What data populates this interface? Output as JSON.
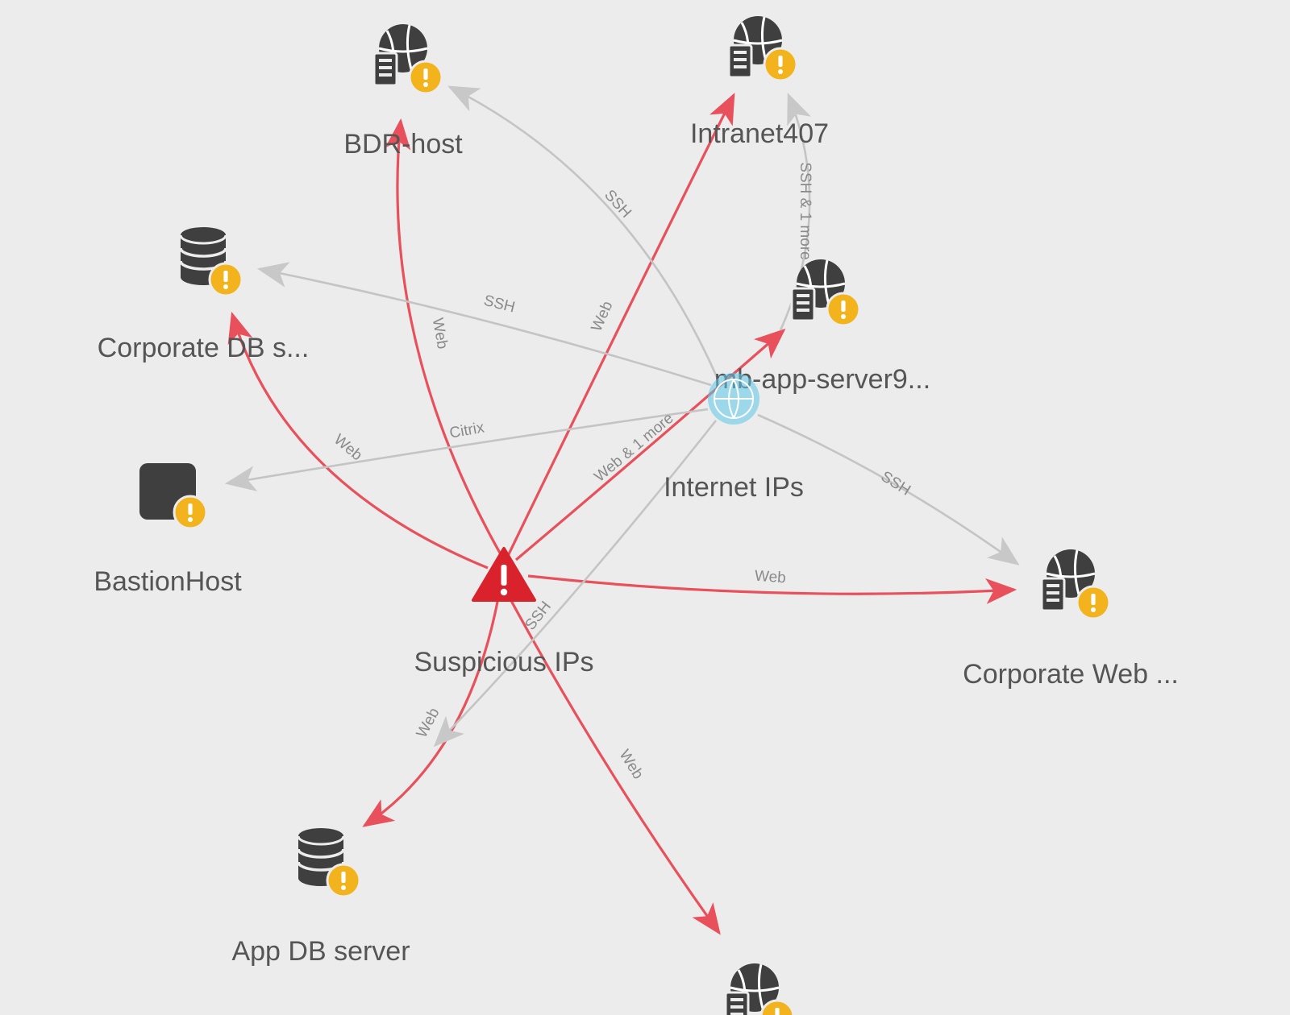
{
  "colors": {
    "background": "#ececec",
    "suspicious_edge": "#e8505b",
    "normal_edge": "#c4c4c4",
    "warning_badge": "#f2b31c",
    "suspicious_node": "#d9222b",
    "internet_node": "#5bc8e8",
    "icon_dark": "#3f3f3f"
  },
  "nodes": {
    "bdr_host": {
      "label": "BDR-host",
      "icon": "web-server-icon"
    },
    "intranet": {
      "label": "Intranet407",
      "icon": "web-server-icon"
    },
    "corp_db": {
      "label": "Corporate DB s...",
      "icon": "database-icon"
    },
    "app_server": {
      "label": "mb-app-server9...",
      "icon": "web-server-icon"
    },
    "internet_ips": {
      "label": "Internet IPs",
      "icon": "internet-globe-icon"
    },
    "bastion": {
      "label": "BastionHost",
      "icon": "host-square-icon"
    },
    "suspicious_ips": {
      "label": "Suspicious IPs",
      "icon": "alert-triangle-icon"
    },
    "corp_web": {
      "label": "Corporate Web ...",
      "icon": "web-server-icon"
    },
    "app_db": {
      "label": "App DB server",
      "icon": "database-icon"
    },
    "bottom_host": {
      "label": "",
      "icon": "web-server-icon"
    }
  },
  "edges": [
    {
      "id": "sus-bdr",
      "from": "suspicious_ips",
      "to": "bdr_host",
      "label": "Web",
      "suspicious": true
    },
    {
      "id": "sus-intranet",
      "from": "suspicious_ips",
      "to": "intranet",
      "label": "Web",
      "suspicious": true
    },
    {
      "id": "sus-corpdb",
      "from": "suspicious_ips",
      "to": "corp_db",
      "label": "Web",
      "suspicious": true
    },
    {
      "id": "sus-appserver",
      "from": "suspicious_ips",
      "to": "app_server",
      "label": "Web & 1 more",
      "suspicious": true
    },
    {
      "id": "sus-corpweb",
      "from": "suspicious_ips",
      "to": "corp_web",
      "label": "Web",
      "suspicious": true
    },
    {
      "id": "sus-appdb",
      "from": "suspicious_ips",
      "to": "app_db",
      "label": "Web",
      "suspicious": true
    },
    {
      "id": "sus-bottom",
      "from": "suspicious_ips",
      "to": "bottom_host",
      "label": "Web",
      "suspicious": true
    },
    {
      "id": "int-bdr",
      "from": "internet_ips",
      "to": "bdr_host",
      "label": "SSH",
      "suspicious": false
    },
    {
      "id": "int-corpdb",
      "from": "internet_ips",
      "to": "corp_db",
      "label": "SSH",
      "suspicious": false
    },
    {
      "id": "int-bastion",
      "from": "internet_ips",
      "to": "bastion",
      "label": "Citrix",
      "suspicious": false
    },
    {
      "id": "int-corpweb",
      "from": "internet_ips",
      "to": "corp_web",
      "label": "SSH",
      "suspicious": false
    },
    {
      "id": "int-appdb",
      "from": "internet_ips",
      "to": "app_db",
      "label": "SSH",
      "suspicious": false
    },
    {
      "id": "appserver-intranet",
      "from": "app_server",
      "to": "intranet",
      "label": "SSH & 1 more",
      "suspicious": false
    }
  ]
}
